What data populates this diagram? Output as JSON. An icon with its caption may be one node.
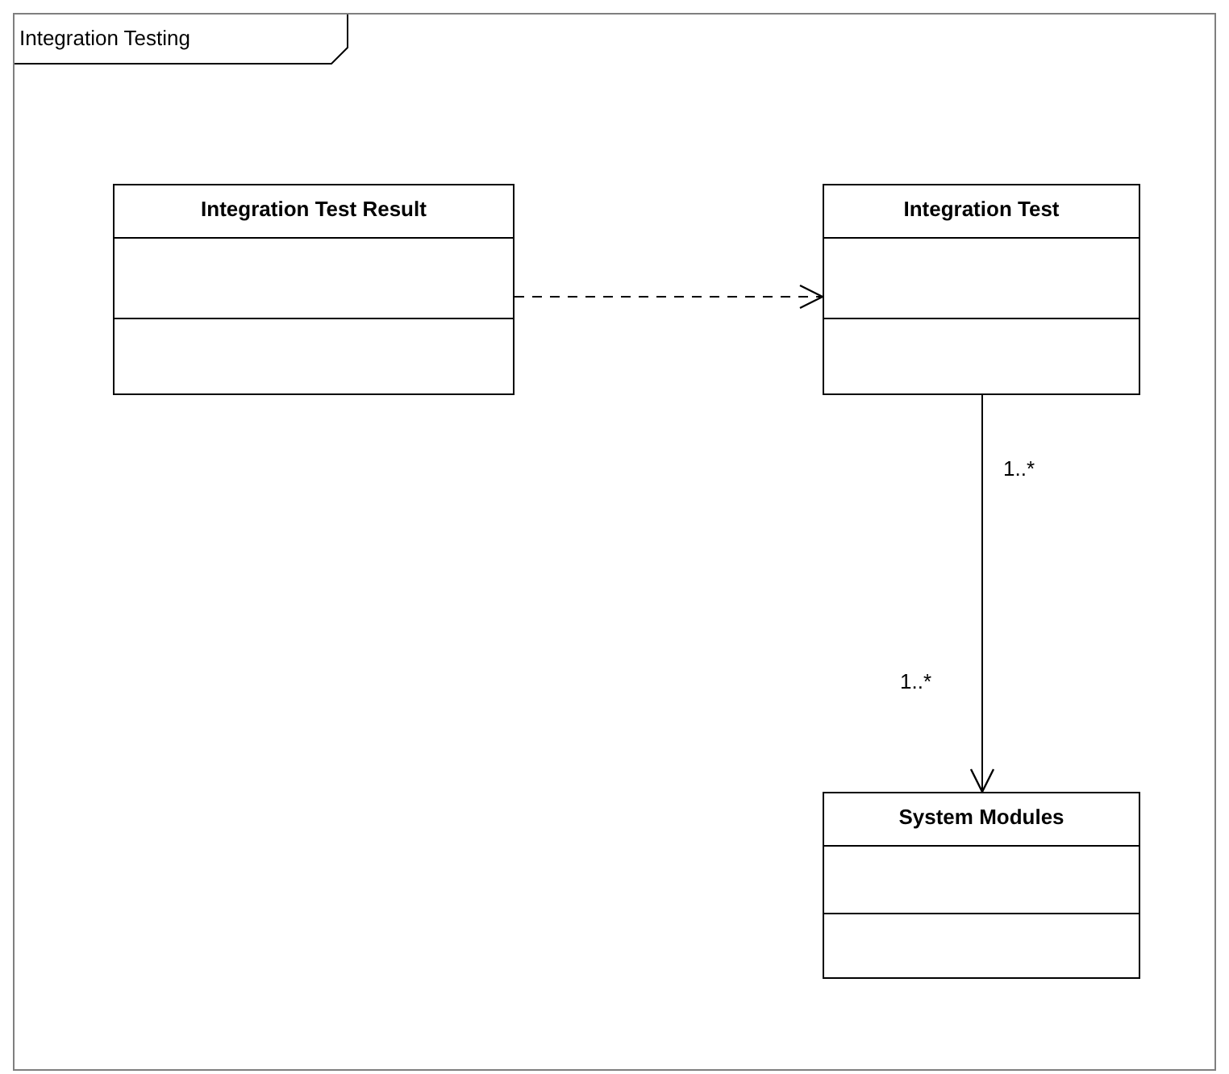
{
  "diagram": {
    "nodes": [
      {
        "text": [
          "Integration Testing"
        ]
      },
      {
        "text": [
          "Integration Test Result"
        ],
        "in": 0
      },
      {
        "text": [
          "Integration Test"
        ],
        "in": 0
      },
      {
        "text": [
          "System Modules"
        ],
        "in": 0
      }
    ],
    "edges": [
      {
        "from": 1,
        "to": 2,
        "arrow": "to",
        "style": "dashed"
      },
      {
        "from": 2,
        "to": 3,
        "arrow": "to"
      }
    ],
    "labels": [
      "1..*",
      "1..*"
    ]
  }
}
